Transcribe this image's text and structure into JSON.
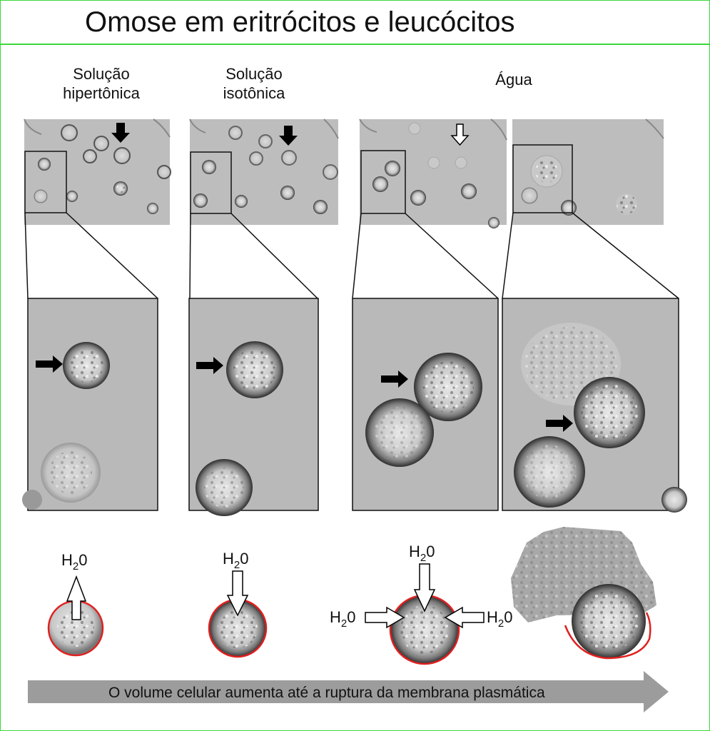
{
  "title": "Omose em eritrócitos e leucócitos",
  "columns": [
    {
      "label_line1": "Solução",
      "label_line2": "hipertônica"
    },
    {
      "label_line1": "Solução",
      "label_line2": "isotônica"
    },
    {
      "label_line1": "Água",
      "label_line2": ""
    }
  ],
  "water_labels": {
    "hyper_out": "H",
    "hyper_sub": "2",
    "hyper_tail": "0",
    "iso_in": "H",
    "iso_sub": "2",
    "iso_tail": "0",
    "water_top": "H",
    "water_top_sub": "2",
    "water_top_tail": "0",
    "water_left": "H",
    "water_left_sub": "2",
    "water_left_tail": "0",
    "water_right": "H",
    "water_right_sub": "2",
    "water_right_tail": "0"
  },
  "bottom_arrow_text": "O volume celular aumenta até a ruptura da membrana plasmática",
  "colors": {
    "frame": "#3ad93a",
    "membrane": "#e02020",
    "micro_bg": "#b9b9b9",
    "arrow_bar": "#9c9c9c"
  }
}
